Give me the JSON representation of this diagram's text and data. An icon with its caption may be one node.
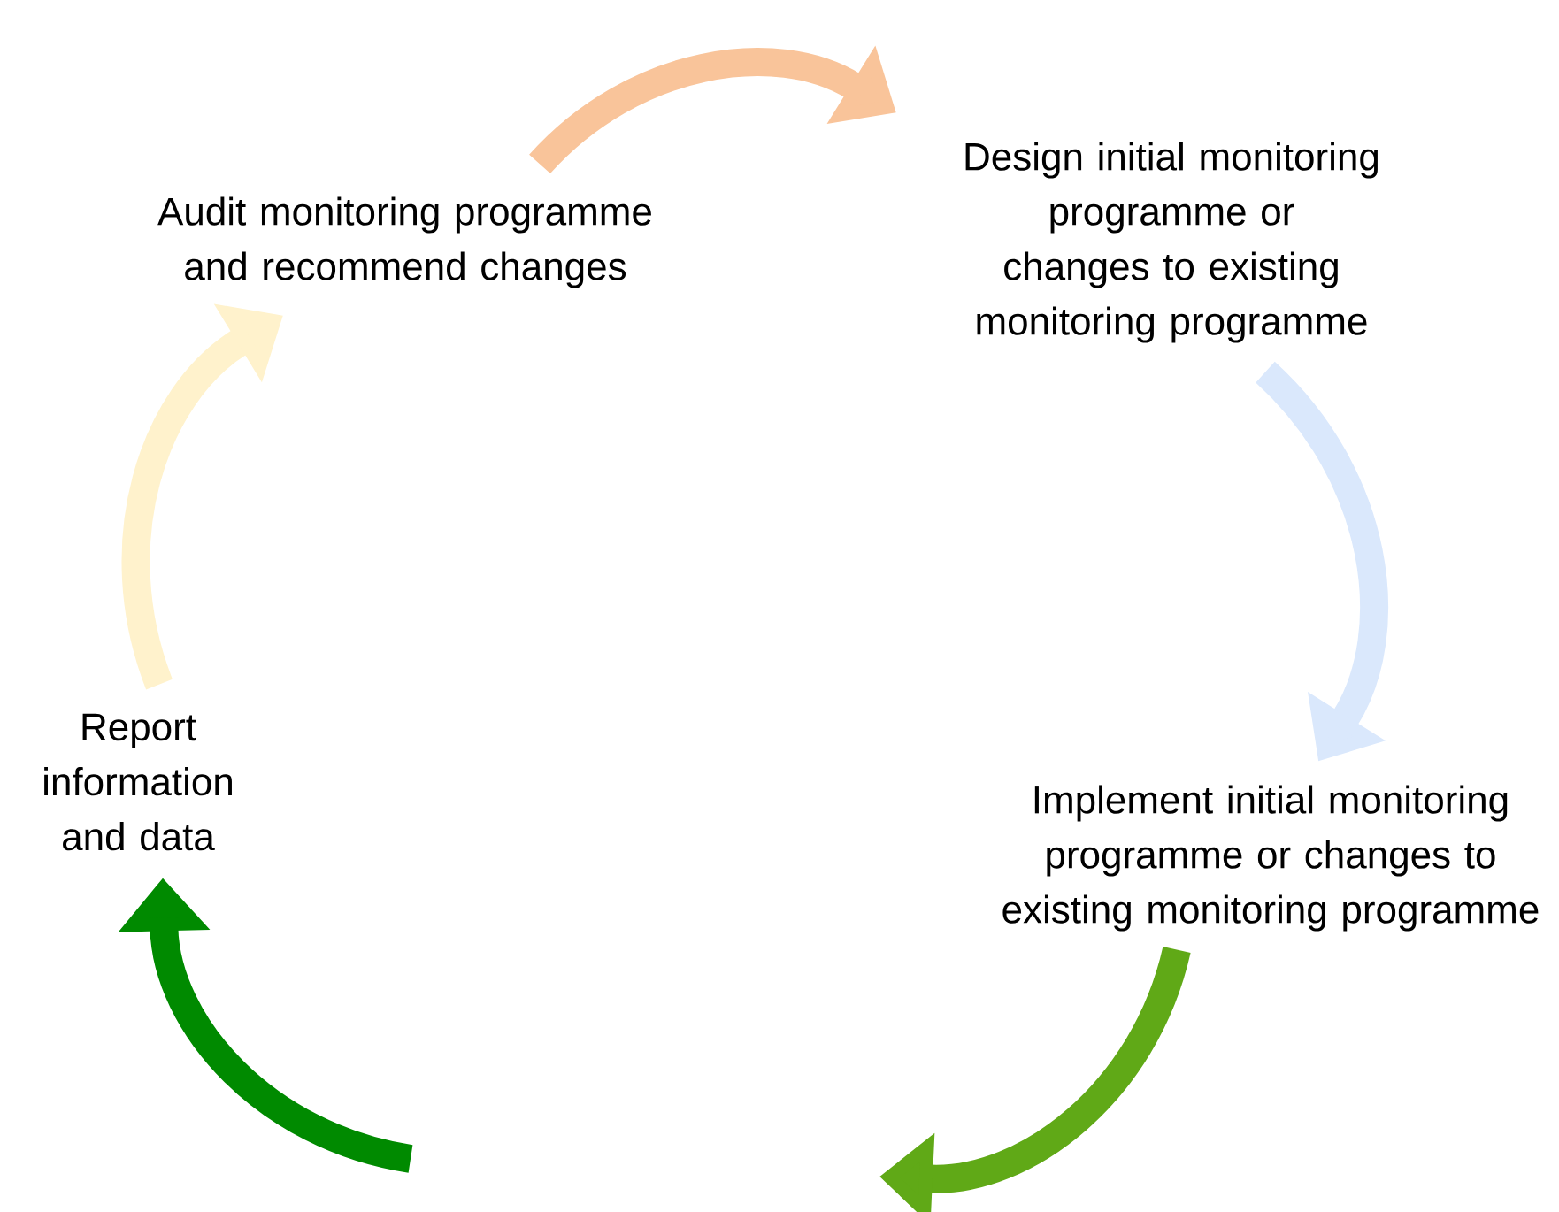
{
  "diagram": {
    "nodes": [
      {
        "text": [
          "Audit monitoring programme and recommend changes"
        ]
      },
      {
        "text": [
          "Design initial monitoring programme or changes to existing monitoring programme"
        ]
      },
      {
        "text": [
          "Implement initial monitoring programme or changes to existing monitoring programme"
        ]
      },
      {
        "text": [
          "Report information and data"
        ]
      }
    ],
    "edges": [
      {
        "from": 0,
        "to": 1,
        "arrow": "to",
        "color": "#f9c49a"
      },
      {
        "from": 1,
        "to": 2,
        "arrow": "to",
        "color": "#dae8fc"
      },
      {
        "from": 2,
        "to": null,
        "arrow": "to",
        "color": "#60a917"
      },
      {
        "from": null,
        "to": 3,
        "arrow": "to",
        "color": "#008a00"
      },
      {
        "from": 3,
        "to": 0,
        "arrow": "to",
        "color": "#fff2cc"
      }
    ]
  }
}
